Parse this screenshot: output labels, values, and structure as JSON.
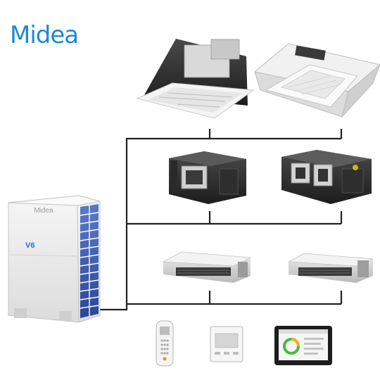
{
  "brand": {
    "logo_text": "Midea",
    "outdoor_brand": "Midea",
    "series_badge": "V6",
    "accent": "#1a8ad6"
  },
  "products": {
    "row1": [
      "four-way-cassette-open",
      "four-way-cassette"
    ],
    "row2": [
      "high-static-duct",
      "high-static-duct-large"
    ],
    "row3": [
      "slim-duct",
      "slim-duct-compact"
    ],
    "controllers": [
      "remote-control",
      "wired-controller",
      "touch-screen-controller"
    ]
  }
}
